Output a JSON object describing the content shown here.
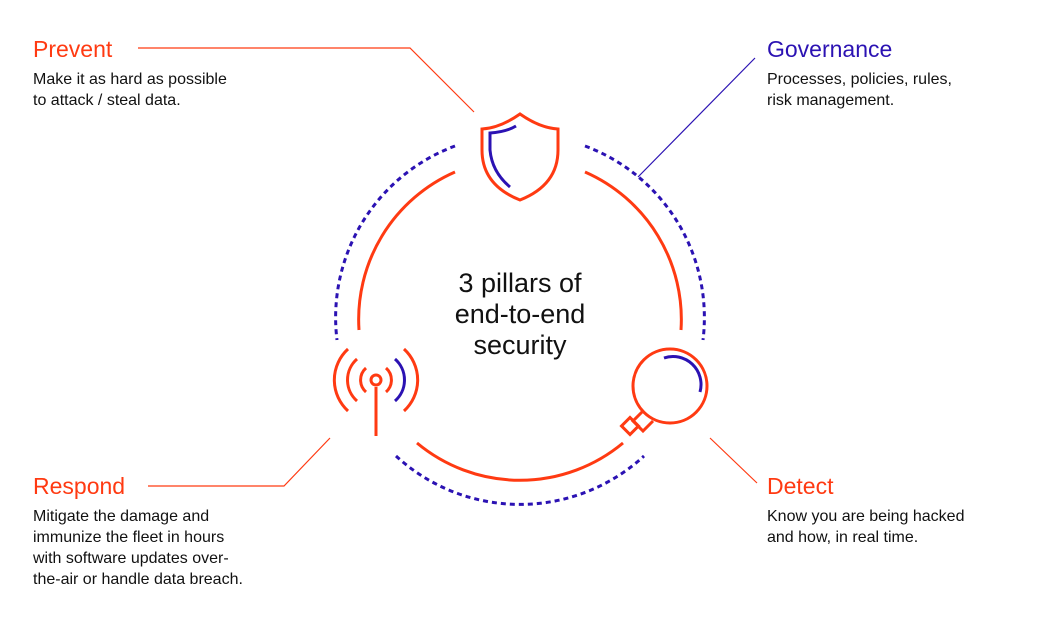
{
  "title": "3 pillars of\nend-to-end\nsecurity",
  "colors": {
    "accent": "#ff3a12",
    "governance": "#2b12b3",
    "text": "#111111"
  },
  "pillars": {
    "prevent": {
      "heading": "Prevent",
      "description": "Make it as hard as possible\nto attack / steal data.",
      "icon": "shield-icon"
    },
    "detect": {
      "heading": "Detect",
      "description": "Know you are being hacked\nand how, in real time.",
      "icon": "magnifier-icon"
    },
    "respond": {
      "heading": "Respond",
      "description": "Mitigate the damage and\nimmunize the fleet in hours\nwith software updates over-\nthe-air or handle data breach.",
      "icon": "antenna-icon"
    }
  },
  "governance": {
    "heading": "Governance",
    "description": "Processes, policies, rules,\nrisk management."
  }
}
